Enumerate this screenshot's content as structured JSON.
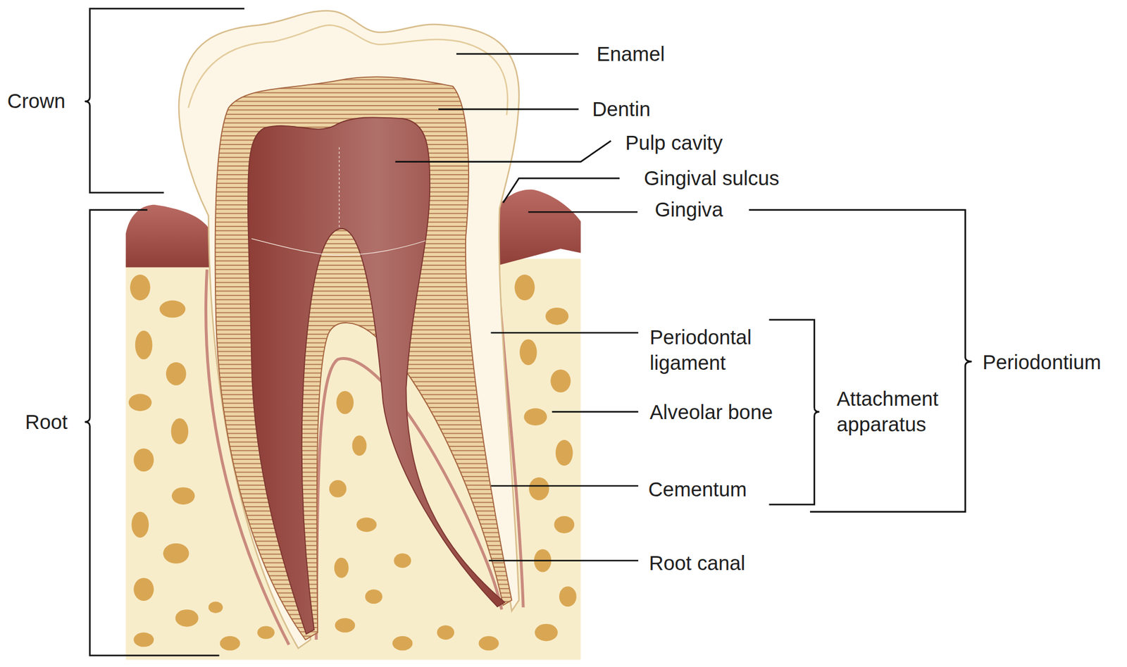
{
  "diagram": {
    "labels": [
      "Crown",
      "Root",
      "Enamel",
      "Dentin",
      "Pulp cavity",
      "Gingival sulcus",
      "Gingiva",
      "Periodontal ligament",
      "Alveolar bone",
      "Cementum",
      "Root canal",
      "Attachment apparatus",
      "Periodontium"
    ]
  }
}
